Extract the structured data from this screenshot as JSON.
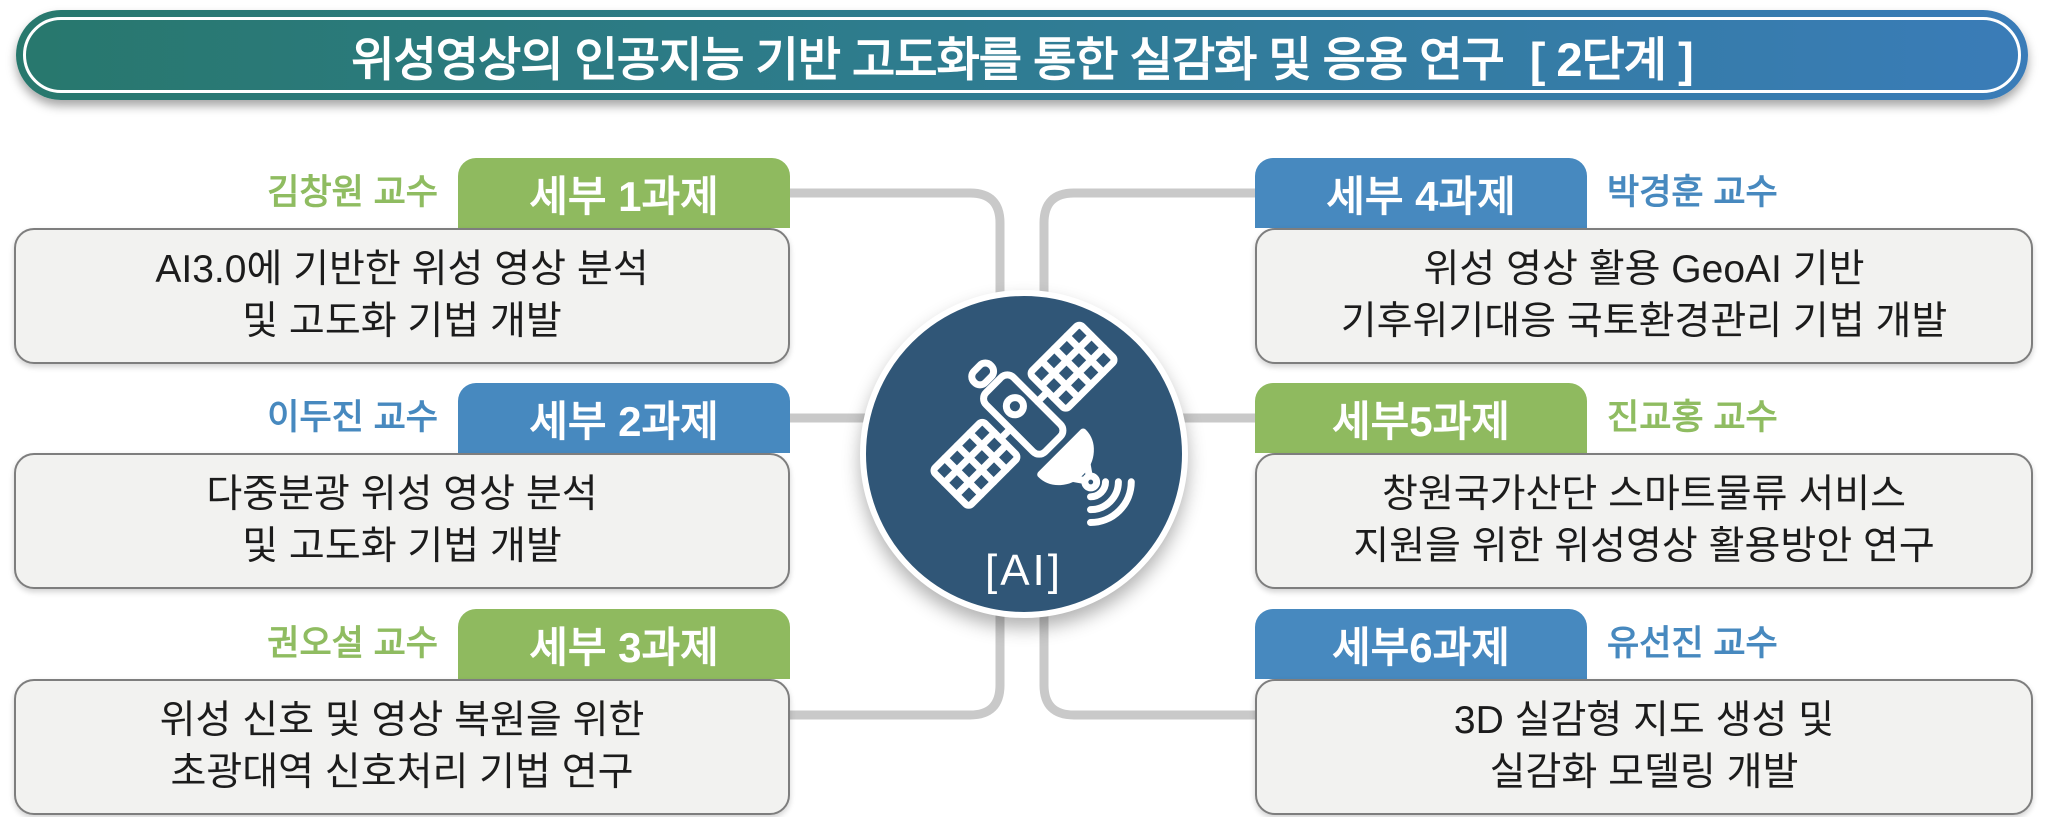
{
  "title": {
    "main": "위성영상의 인공지능 기반 고도화를 통한 실감화 및 응용 연구",
    "stage": "[ 2단계 ]"
  },
  "hub": {
    "label": "[AI]",
    "icon": "satellite-icon"
  },
  "colors": {
    "green": "#8FBA5F",
    "blue": "#4789BF",
    "title_gradient_left": "#28786D",
    "title_gradient_right": "#3A7CB8",
    "hub_circle": "#305677",
    "connector": "#C9C9C9",
    "card_bg": "#F2F2F0",
    "card_border": "#7E7E7E",
    "text_dark": "#1C1C1C"
  },
  "tasks": [
    {
      "tab": "세부 1과제",
      "professor": "김창원 교수",
      "color": "green",
      "side": "left",
      "line1": "AI3.0에 기반한 위성 영상 분석",
      "line2": "및 고도화 기법 개발"
    },
    {
      "tab": "세부 2과제",
      "professor": "이두진 교수",
      "color": "blue",
      "side": "left",
      "line1": "다중분광 위성 영상 분석",
      "line2": "및 고도화 기법 개발"
    },
    {
      "tab": "세부 3과제",
      "professor": "권오설 교수",
      "color": "green",
      "side": "left",
      "line1": "위성 신호 및 영상 복원을 위한",
      "line2": "초광대역 신호처리 기법 연구"
    },
    {
      "tab": "세부 4과제",
      "professor": "박경훈 교수",
      "color": "blue",
      "side": "right",
      "line1": "위성 영상 활용 GeoAI 기반",
      "line2": "기후위기대응 국토환경관리 기법 개발"
    },
    {
      "tab": "세부5과제",
      "professor": "진교홍 교수",
      "color": "green",
      "side": "right",
      "line1": "창원국가산단 스마트물류 서비스",
      "line2": "지원을 위한 위성영상 활용방안 연구"
    },
    {
      "tab": "세부6과제",
      "professor": "유선진 교수",
      "color": "blue",
      "side": "right",
      "line1": "3D 실감형 지도 생성 및",
      "line2": "실감화 모델링 개발"
    }
  ]
}
